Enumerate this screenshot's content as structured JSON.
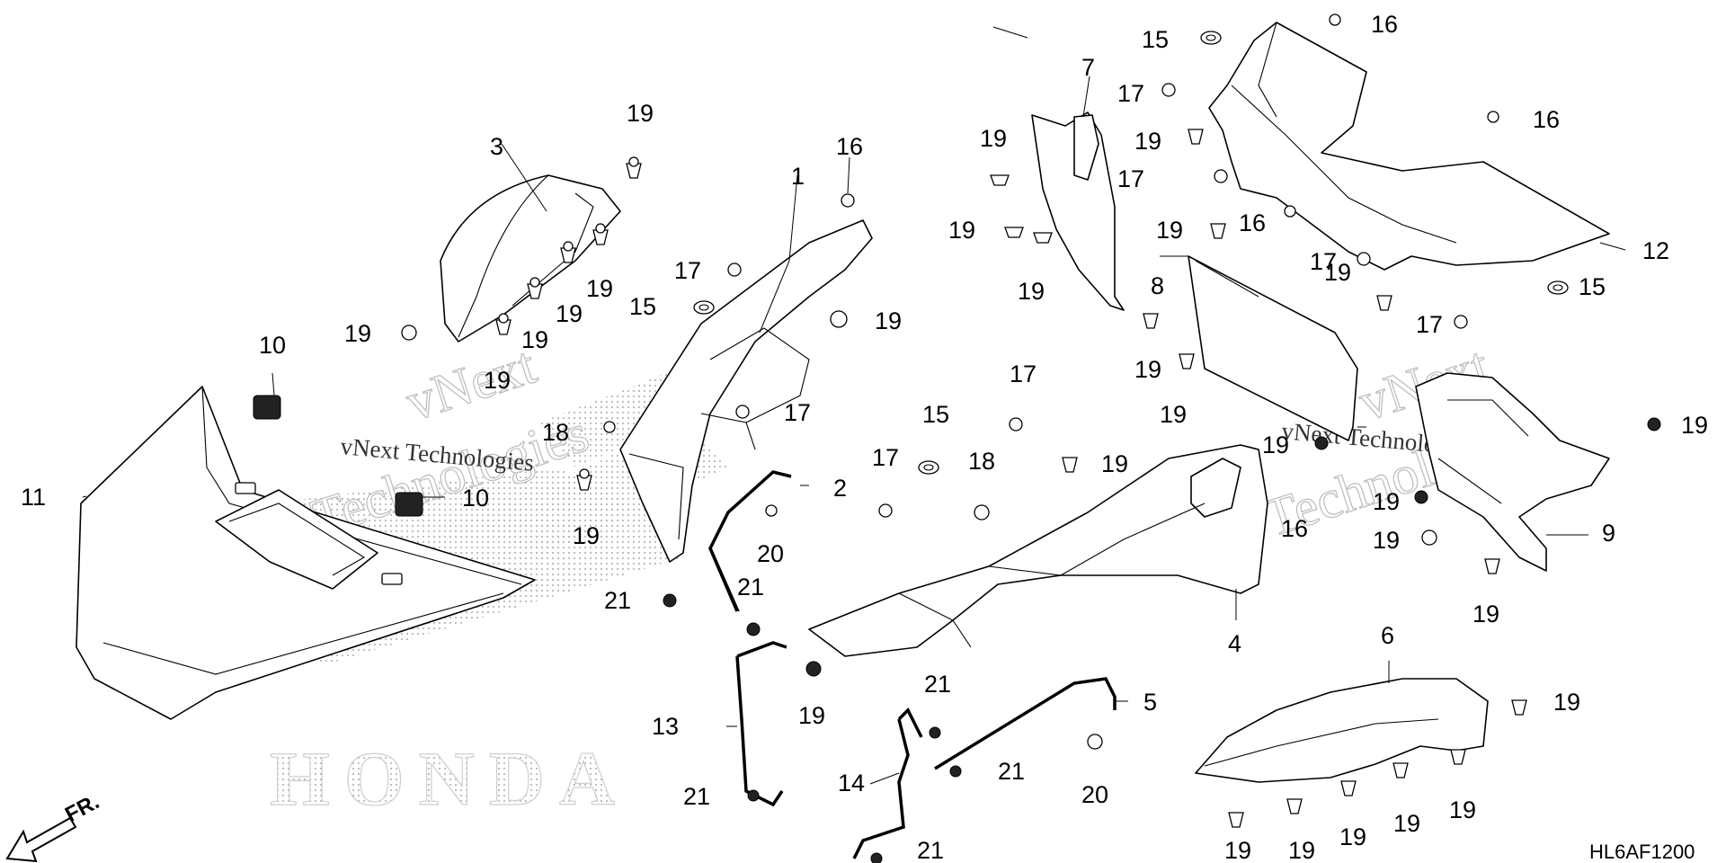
{
  "watermark": {
    "company_line1": "vNext",
    "company_line2": "Technologies",
    "company_full": "vNext Technologies",
    "brand": "HONDA"
  },
  "direction_label": "FR.",
  "diagram_code": "HL6AF1200",
  "callouts": {
    "c1": "1",
    "c2": "2",
    "c3": "3",
    "c4": "4",
    "c5": "5",
    "c6": "6",
    "c7": "7",
    "c8": "8",
    "c9": "9",
    "c10": "10",
    "c11": "11",
    "c12": "12",
    "c13": "13",
    "c14": "14",
    "c15": "15",
    "c16": "16",
    "c17": "17",
    "c18": "18",
    "c19": "19",
    "c20": "20",
    "c21": "21"
  }
}
